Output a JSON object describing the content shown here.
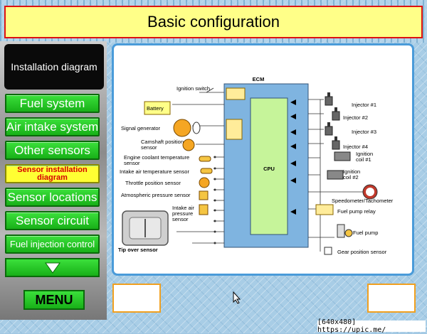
{
  "title": "Basic configuration",
  "nav": {
    "header": "Installation diagram",
    "items": [
      {
        "label": "Fuel system"
      },
      {
        "label": "Air intake system"
      },
      {
        "label": "Other sensors"
      },
      {
        "label": "Sensor installation diagram",
        "line1": "Sensor installation",
        "line2": "diagram",
        "active": true
      },
      {
        "label": "Sensor locations"
      },
      {
        "label": "Sensor circuit"
      },
      {
        "label": "Fuel injection control"
      }
    ],
    "menu_label": "MENU"
  },
  "diagram": {
    "ecm": "ECM",
    "cpu": "CPU",
    "labels": {
      "ignition_switch": "Ignition switch",
      "battery": "Battery",
      "signal_generator": "Signal generator",
      "camshaft1": "Camshaft position",
      "camshaft2": "sensor",
      "coolant1": "Engine coolant temperature",
      "coolant2": "sensor",
      "intake_air_temp": "Intake air temperature sensor",
      "throttle": "Throttle position sensor",
      "atmospheric": "Atmospheric pressure sensor",
      "iap1": "Intake air",
      "iap2": "pressure",
      "iap3": "sensor",
      "tip_over": "Tip over sensor",
      "injector1": "Injector #1",
      "injector2": "Injector #2",
      "injector3": "Injector #3",
      "injector4": "Injector #4",
      "coil1a": "Ignition",
      "coil1b": "coil #1",
      "coil2a": "Ignition",
      "coil2b": "coil #2",
      "speedo": "Speedometer/Tachometer",
      "fuel_relay": "Fuel pump relay",
      "fuel_pump": "Fuel pump",
      "gear": "Gear position sensor"
    }
  },
  "footer": "[640x480] https://upic.me/",
  "colors": {
    "nav_green": "#22c022",
    "title_bg": "#ffff88",
    "title_border": "#dd1111",
    "ecm_blue": "#7fb4e0",
    "cpu_green": "#c6f49a",
    "panel_border": "#4a9bd9"
  }
}
